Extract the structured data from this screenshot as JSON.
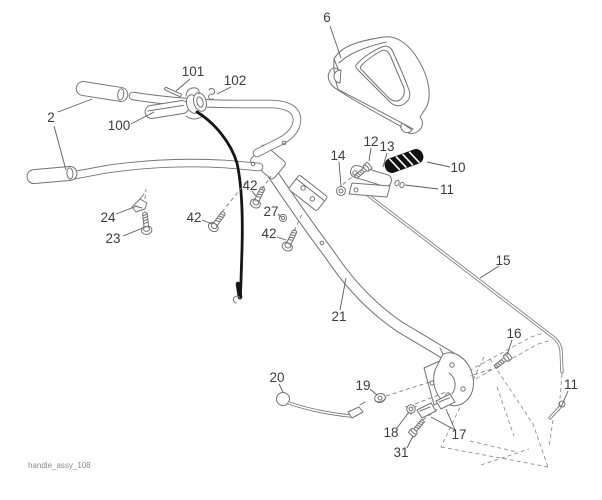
{
  "colors": {
    "background": "#ffffff",
    "line": "#737373",
    "label_text": "#3c3c3c",
    "cable": "#161616",
    "grip_fill": "#121212",
    "leader": "#5a5a5a",
    "phantom": "#909090",
    "footer_text": "#8a8a8a"
  },
  "footer": {
    "doc_id": "handle_assy_108"
  },
  "callouts": {
    "c2": "2",
    "c6": "6",
    "c10": "10",
    "c11_upper": "11",
    "c11_right": "11",
    "c12": "12",
    "c13": "13",
    "c14": "14",
    "c15": "15",
    "c16": "16",
    "c17": "17",
    "c18": "18",
    "c19": "19",
    "c20": "20",
    "c21": "21",
    "c23": "23",
    "c24": "24",
    "c27": "27",
    "c31": "31",
    "c42_left": "42",
    "c42_top": "42",
    "c42_right": "42",
    "c100": "100",
    "c101": "101",
    "c102": "102"
  }
}
